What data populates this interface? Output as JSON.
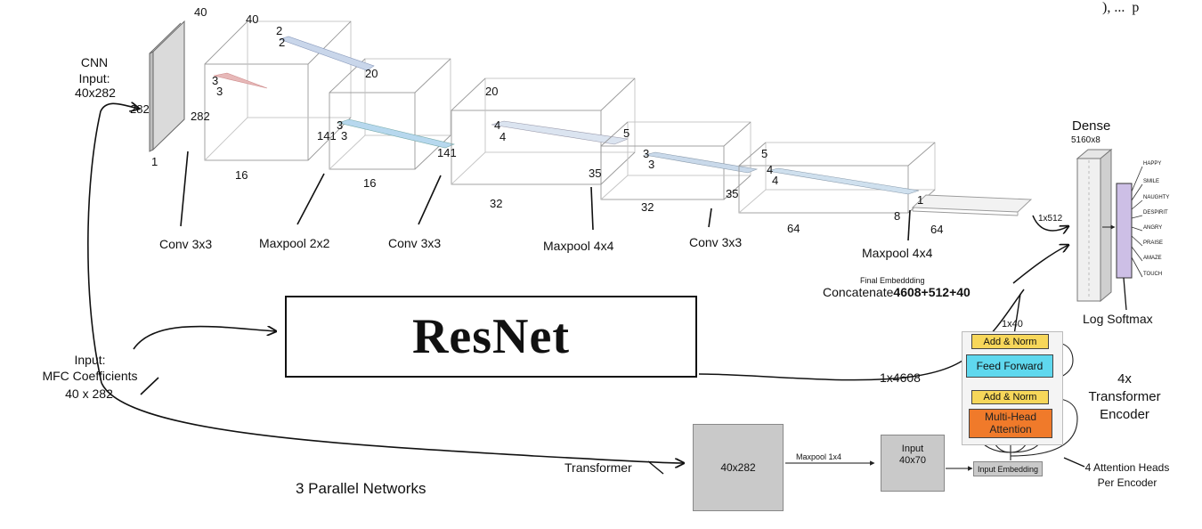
{
  "cnn": {
    "input_title": "CNN",
    "input_label": "Input:",
    "input_size": "40x282",
    "dims": {
      "input_top": "40",
      "input_side": "282",
      "input_depth": "1",
      "b1_top": "40",
      "b1_side": "282",
      "b1_depth": "16",
      "k1_a": "3",
      "k1_b": "3",
      "b2_top": "20",
      "b2_side": "141",
      "b2_depth": "16",
      "k2_a": "2",
      "k2_b": "2",
      "k3_a": "3",
      "k3_b": "3",
      "b3_side": "141",
      "b4_top": "20",
      "b4_side": "35",
      "b4_depth": "32",
      "k4_a": "4",
      "k4_b": "4",
      "b5_top": "5",
      "b5_side": "35",
      "b5_depth": "32",
      "k5_a": "3",
      "k5_b": "3",
      "b6_top": "5",
      "b6_side": "8",
      "b6_depth": "64",
      "k6_a": "4",
      "k6_b": "4",
      "b7_side": "1",
      "b7_depth": "64",
      "flat": "1x512"
    },
    "ops": [
      "Conv 3x3",
      "Maxpool 2x2",
      "Conv 3x3",
      "Maxpool 4x4",
      "Conv 3x3",
      "Maxpool 4x4"
    ]
  },
  "dense": {
    "title": "Dense",
    "size": "5160x8",
    "softmax": "Log Softmax",
    "classes": [
      "HAPPY",
      "SMILE",
      "NAUGHTY",
      "DESPIRIT",
      "ANGRY",
      "PRAISE",
      "AMAZE",
      "TOUCH"
    ]
  },
  "concat": {
    "small": "Final Embeddding",
    "text": "Concatenate",
    "numbers": "4608+512+40"
  },
  "resnet": {
    "label": "ResNet",
    "output": "1x4608"
  },
  "input": {
    "line1": "Input:",
    "line2": "MFC Coefficients",
    "line3": "40 x 282"
  },
  "transformer": {
    "label": "Transformer",
    "box1": "40x282",
    "pool": "Maxpool 1x4",
    "box2_line1": "Input",
    "box2_line2": "40x70",
    "embedding": "Input Embedding",
    "add_norm_top": "Add & Norm",
    "feed_forward": "Feed Forward",
    "add_norm_bottom": "Add & Norm",
    "mha_line1": "Multi-Head",
    "mha_line2": "Attention",
    "output": "1x40",
    "repeat": "4x",
    "enc_line1": "Transformer",
    "enc_line2": "Encoder",
    "heads_line1": "4 Attention Heads",
    "heads_line2": "Per Encoder"
  },
  "caption": "3 Parallel Networks",
  "corner_text": "), ...  p"
}
